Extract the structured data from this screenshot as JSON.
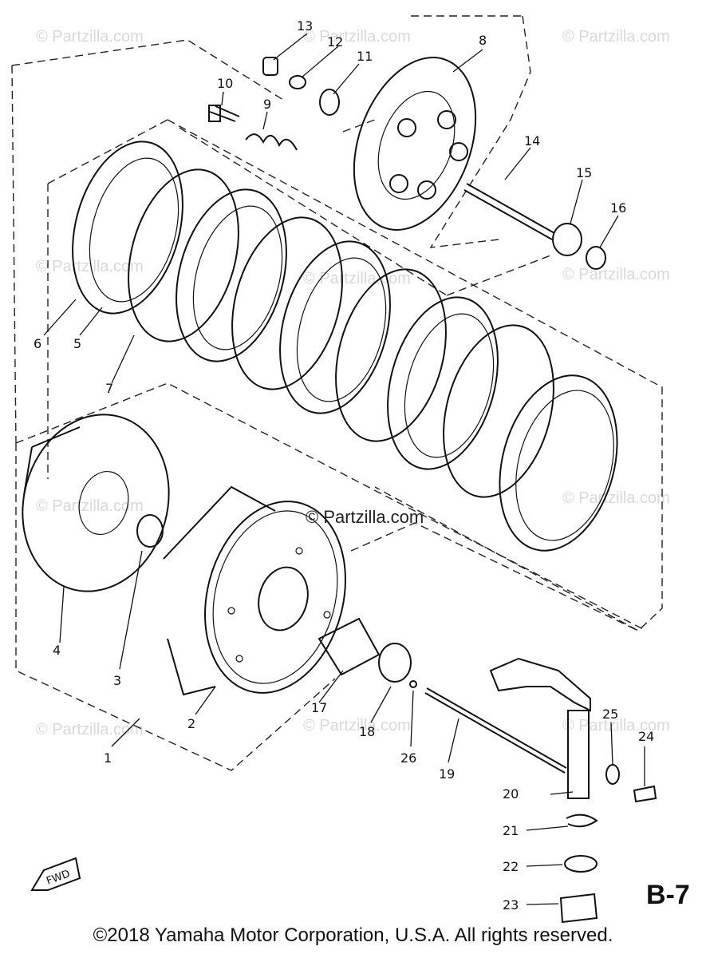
{
  "watermark": "© Partzilla.com",
  "watermark_center": "© Partzilla.com",
  "diagram_code": "B-7",
  "fwd_label": "FWD",
  "copyright": "©2018  Yamaha Motor Corporation, U.S.A. All rights reserved.",
  "callouts": [
    "1",
    "2",
    "3",
    "4",
    "5",
    "6",
    "7",
    "8",
    "9",
    "10",
    "11",
    "12",
    "13",
    "14",
    "15",
    "16",
    "17",
    "18",
    "19",
    "20",
    "21",
    "22",
    "23",
    "24",
    "25",
    "26"
  ]
}
